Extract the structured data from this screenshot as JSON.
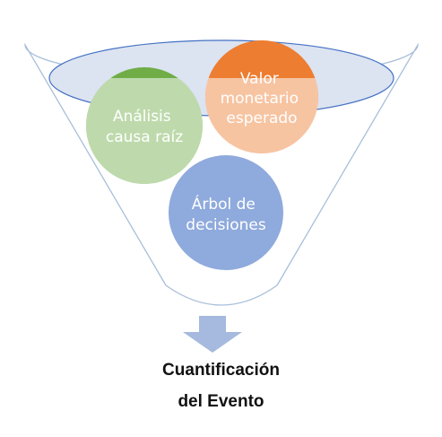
{
  "diagram": {
    "circles": [
      {
        "id": "analisis",
        "lines": [
          "Análisis",
          "causa raíz"
        ],
        "color": "#70AD47"
      },
      {
        "id": "valor",
        "lines": [
          "Valor",
          "monetario",
          "esperado"
        ],
        "color": "#ED7D31"
      },
      {
        "id": "arbol",
        "lines": [
          "Árbol de",
          "decisiones"
        ],
        "color": "#8FAADC"
      }
    ],
    "funnel": {
      "stroke_color": "#A9BFDA",
      "ellipse_fill": "#DCE3F1",
      "ellipse_stroke": "#4472C4"
    },
    "arrow": {
      "color": "#A6B9DE"
    },
    "caption": {
      "line1": "Cuantificación",
      "line2": "del Evento"
    }
  }
}
